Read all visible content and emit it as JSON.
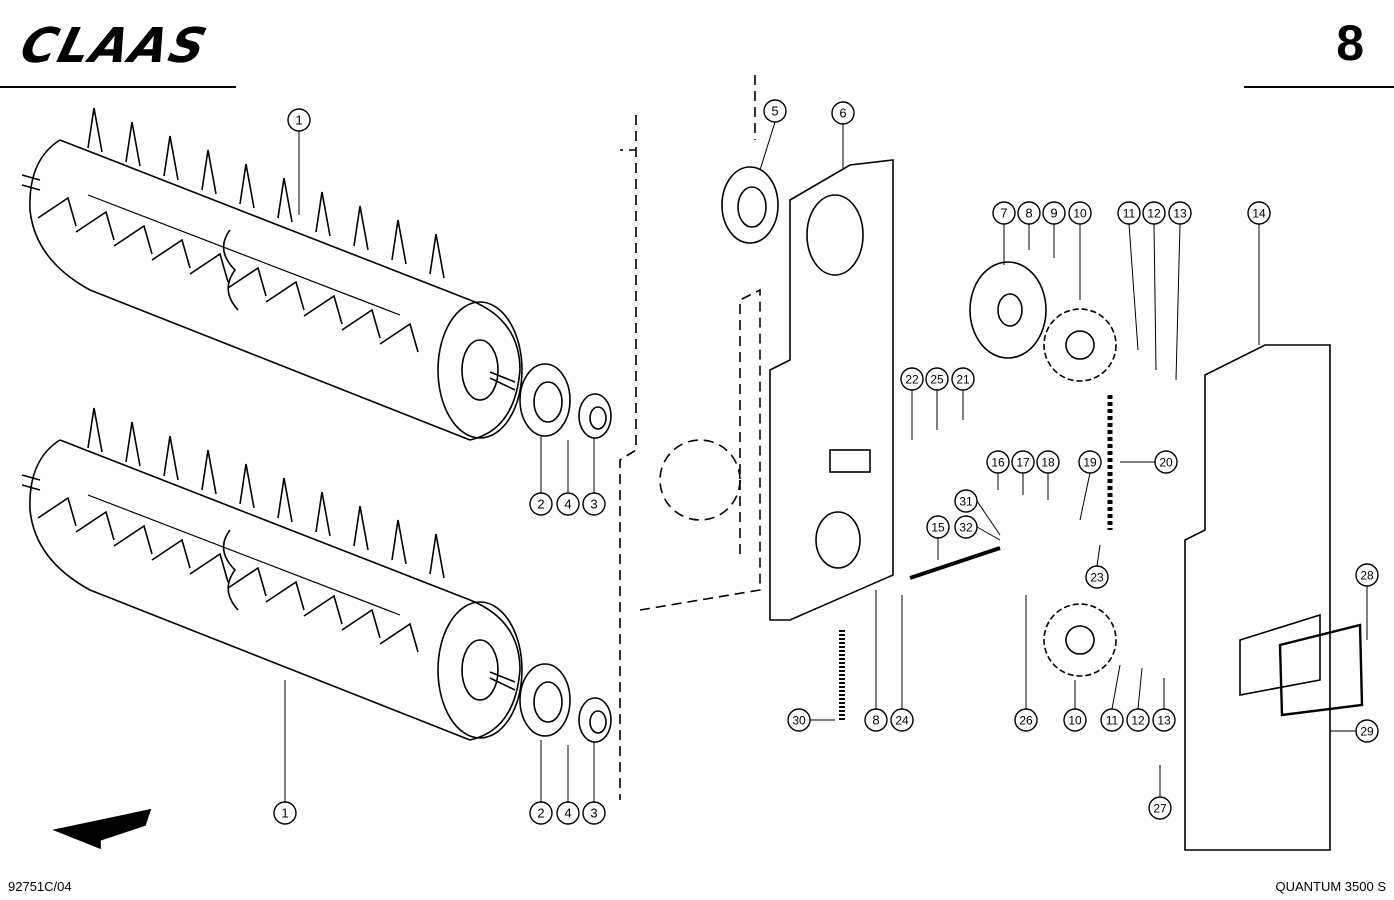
{
  "header": {
    "brand": "CLAAS",
    "page_number": "8"
  },
  "footer": {
    "drawing_number": "92751C/04",
    "model": "QUANTUM 3500 S"
  },
  "callouts": [
    "1",
    "1",
    "2",
    "4",
    "3",
    "2",
    "4",
    "3",
    "5",
    "6",
    "7",
    "8",
    "9",
    "10",
    "11",
    "12",
    "13",
    "14",
    "22",
    "25",
    "21",
    "16",
    "17",
    "18",
    "19",
    "20",
    "31",
    "32",
    "15",
    "23",
    "30",
    "8",
    "24",
    "26",
    "10",
    "11",
    "12",
    "13",
    "28",
    "29",
    "27"
  ],
  "colors": {
    "ink": "#000000",
    "paper": "#ffffff"
  }
}
